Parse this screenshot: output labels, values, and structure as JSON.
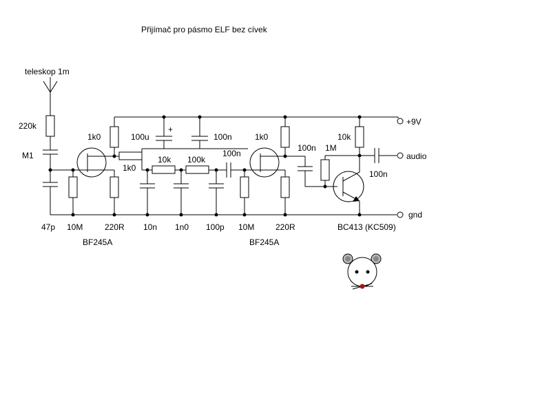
{
  "title": "Přijímač pro pásmo ELF bez cívek",
  "antenna": {
    "label": "teleskop 1m"
  },
  "components": {
    "r_ant": "220k",
    "c_m1": "M1",
    "c_47p": "47p",
    "r_10m_a": "10M",
    "r_src_a": "220R",
    "r_drain_a": "1k0",
    "r_series": "1k0",
    "c_100u": "100u",
    "c_100u_pol": "+",
    "c_100n_dec": "100n",
    "r_10k_f": "10k",
    "r_100k_f": "100k",
    "c_10n": "10n",
    "c_1n0": "1n0",
    "c_100p": "100p",
    "c_100n_cpl": "100n",
    "r_10m_b": "10M",
    "r_src_b": "220R",
    "r_drain_b": "1k0",
    "c_100n_b": "100n",
    "r_1m": "1M",
    "r_10k_c": "10k",
    "c_100n_out": "100n"
  },
  "transistors": {
    "jfet_a": "BF245A",
    "jfet_b": "BF245A",
    "bjt": "BC413 (KC509)"
  },
  "terminals": {
    "vcc": "+9V",
    "audio": "audio",
    "gnd": "gnd"
  },
  "colors": {
    "line": "#000000",
    "mouse_ear": "#bbbbbb",
    "mouse_nose": "#aa1111"
  }
}
